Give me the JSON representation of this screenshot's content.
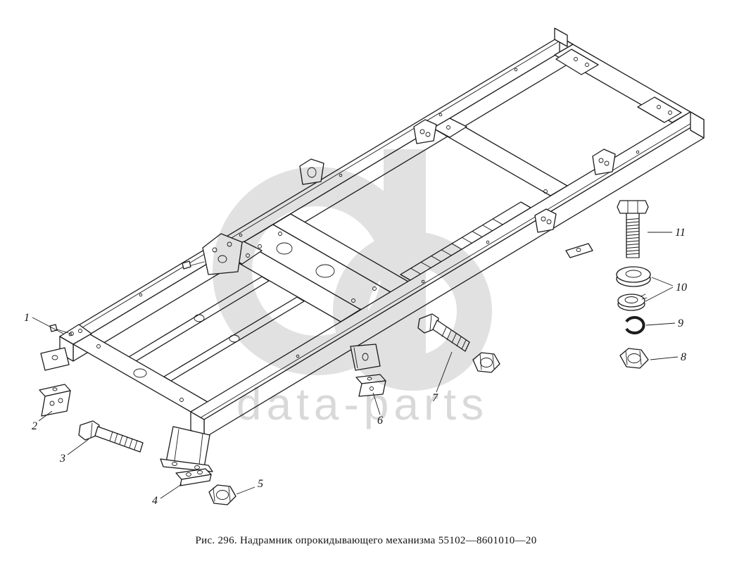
{
  "figure": {
    "caption": "Рис. 296. Надрамник опрокидывающего механизма 55102—8601010—20"
  },
  "watermark": {
    "text": "data-parts",
    "logo_color": "#dcdcdc",
    "text_color": "#d2d2d2"
  },
  "colors": {
    "line": "#1c1c1c",
    "background": "#ffffff"
  },
  "callouts": [
    {
      "label": "1"
    },
    {
      "label": "2"
    },
    {
      "label": "3"
    },
    {
      "label": "4"
    },
    {
      "label": "5"
    },
    {
      "label": "6"
    },
    {
      "label": "7"
    },
    {
      "label": "8"
    },
    {
      "label": "9"
    },
    {
      "label": "10"
    },
    {
      "label": "11"
    }
  ]
}
